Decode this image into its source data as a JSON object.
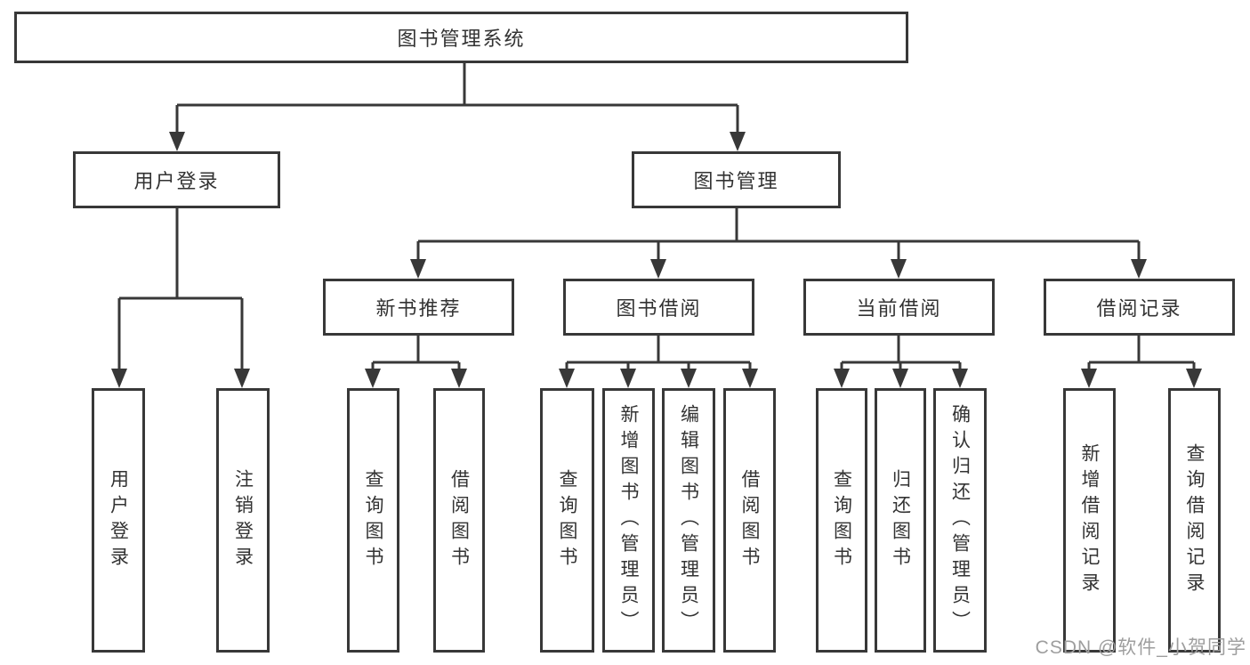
{
  "nodes": {
    "root": "图书管理系统",
    "level2": [
      "用户登录",
      "图书管理"
    ],
    "level3": [
      "新书推荐",
      "图书借阅",
      "当前借阅",
      "借阅记录"
    ]
  },
  "leaves": {
    "user_login": [
      "用户登录",
      "注销登录"
    ],
    "new_books": [
      "查询图书",
      "借阅图书"
    ],
    "book_borrow": [
      "查询图书",
      "新增图书（管理员）",
      "编辑图书（管理员）",
      "借阅图书"
    ],
    "current_borrow": [
      "查询图书",
      "归还图书",
      "确认归还（管理员）"
    ],
    "borrow_records": [
      "新增借阅记录",
      "查询借阅记录"
    ]
  },
  "watermark": "CSDN @软件_小贺同学",
  "colors": {
    "line": "#383838",
    "text": "#333333",
    "background": "#ffffff",
    "watermark": "#9e9e9e"
  }
}
